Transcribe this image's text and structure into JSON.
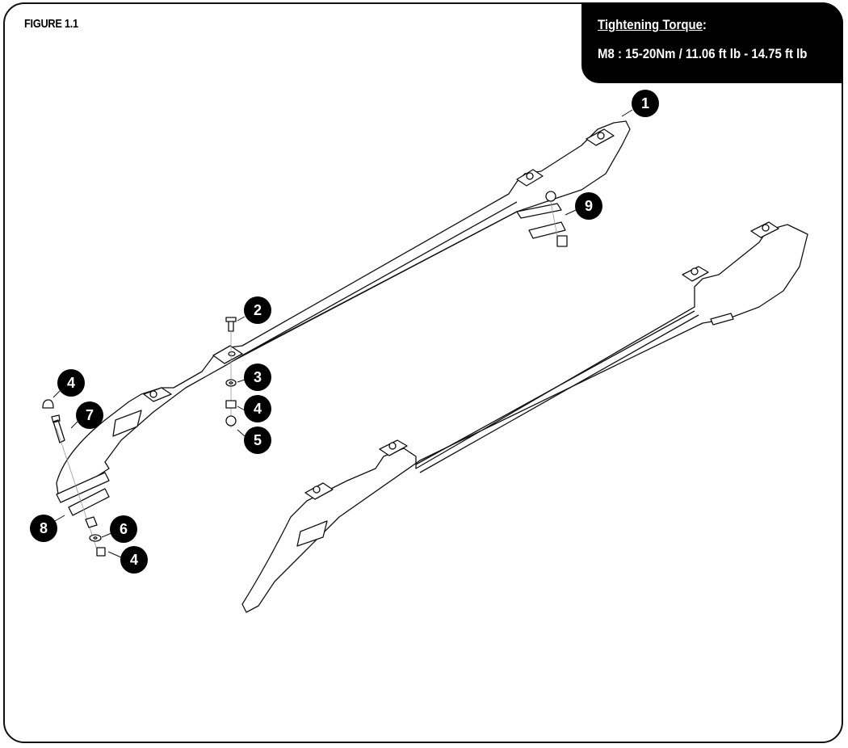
{
  "figure_label": "FIGURE 1.1",
  "torque": {
    "heading": "Tightening Torque",
    "heading_suffix": ":",
    "spec": "M8 : 15-20Nm / 11.06 ft lb - 14.75 ft lb"
  },
  "callouts": [
    "1",
    "2",
    "3",
    "4",
    "5",
    "4",
    "7",
    "8",
    "6",
    "4",
    "9"
  ]
}
